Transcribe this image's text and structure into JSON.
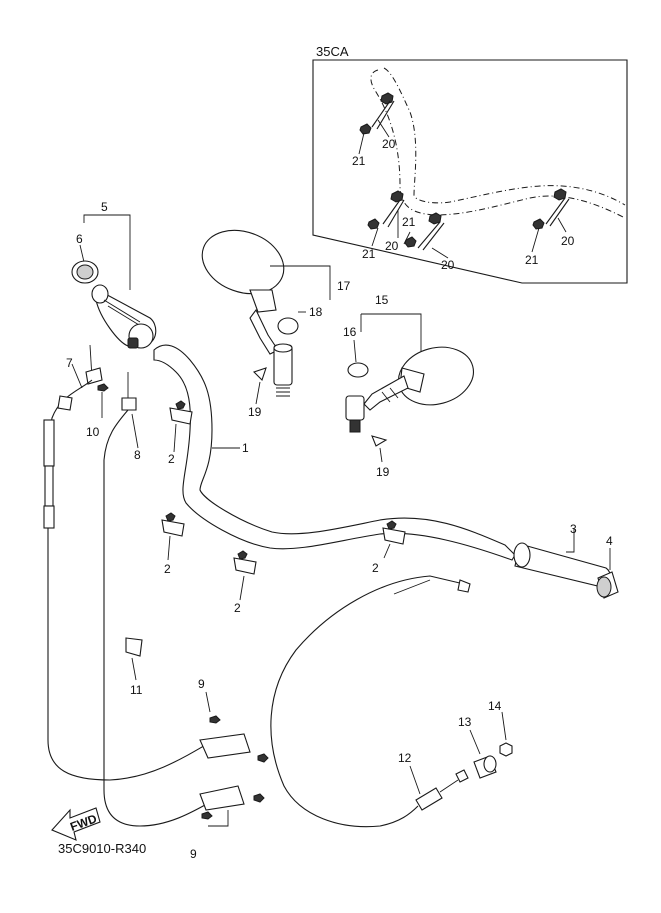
{
  "variant_label": "35CA",
  "drawing_code": "35C9010-R340",
  "fwd_label": "FWD",
  "callouts": {
    "c1": "1",
    "c2a": "2",
    "c2b": "2",
    "c2c": "2",
    "c2d": "2",
    "c3": "3",
    "c4": "4",
    "c5": "5",
    "c6": "6",
    "c7": "7",
    "c8": "8",
    "c9a": "9",
    "c9b": "9",
    "c10": "10",
    "c11": "11",
    "c12": "12",
    "c13": "13",
    "c14": "14",
    "c15": "15",
    "c16": "16",
    "c17": "17",
    "c18": "18",
    "c19a": "19",
    "c19b": "19",
    "i20a": "20",
    "i20b": "20",
    "i20c": "20",
    "i20d": "20",
    "i21a": "21",
    "i21b": "21",
    "i21c": "21",
    "i21d": "21"
  }
}
